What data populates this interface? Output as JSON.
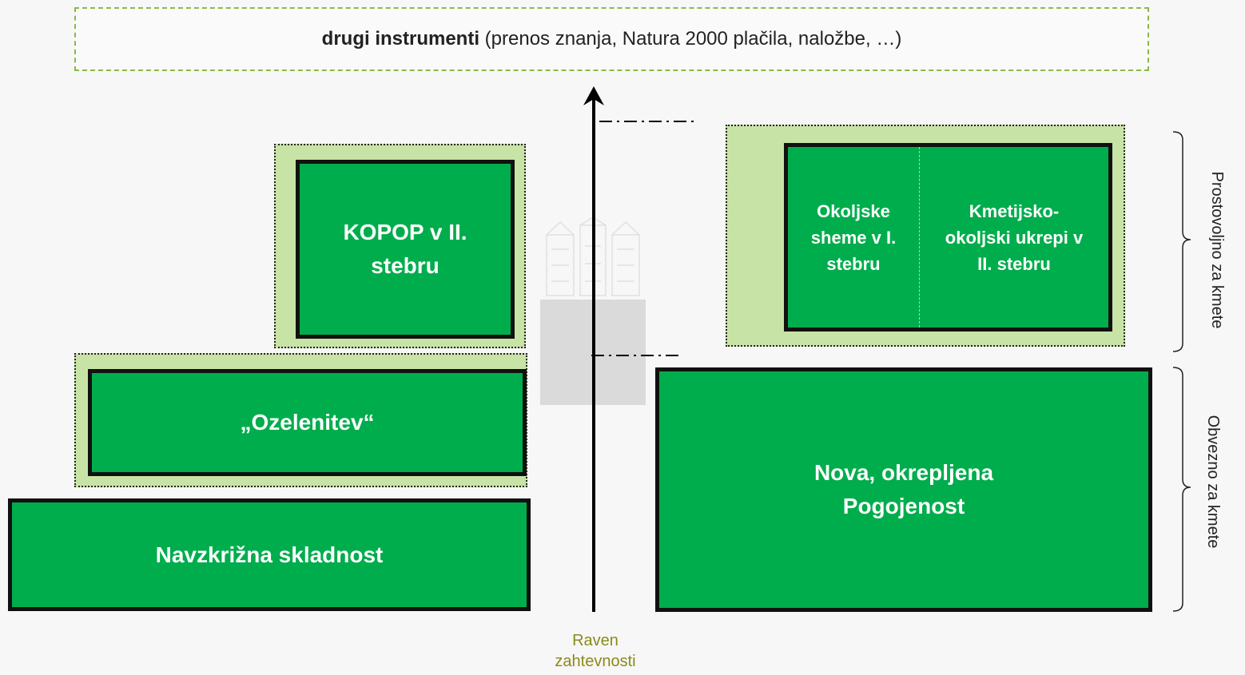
{
  "top_box": {
    "bold": "drugi instrumenti",
    "rest": " (prenos znanja, Natura 2000 plačila, naložbe, …)"
  },
  "boxes": {
    "kopop": "KOPOP v II. stebru",
    "ozelenitev": "„Ozelenitev“",
    "navzkrizna": "Navzkrižna skladnost",
    "okoljske": "Okoljske sheme v I. stebru",
    "kmetijsko": "Kmetijsko-okoljski ukrepi v II. stebru",
    "pogojenost": "Nova, okrepljena Pogojenost"
  },
  "axis_label": "Raven zahtevnosti",
  "side_labels": {
    "voluntary": "Prostovoljno za kmete",
    "mandatory": "Obvezno za kmete"
  },
  "colors": {
    "box_green": "#00ad4c",
    "halo_green": "#c8e3a6",
    "dashed_border": "#8ab84a",
    "axis_label": "#8a8a1c"
  }
}
